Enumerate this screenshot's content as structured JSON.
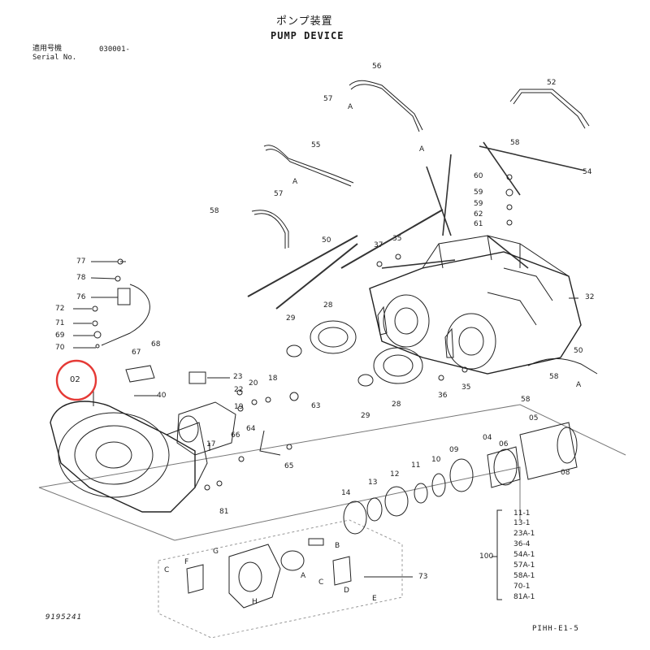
{
  "header": {
    "title_jp": "ポンプ装置",
    "title_en": "PUMP DEVICE",
    "serial_label_jp": "適用号機",
    "serial_label_en": "Serial No.",
    "serial_value": "030001-"
  },
  "highlight": {
    "part": "02",
    "color": "#e53935"
  },
  "parts": [
    "56",
    "57",
    "A",
    "52",
    "58",
    "55",
    "54",
    "57",
    "A",
    "58",
    "50",
    "60",
    "59",
    "62",
    "59",
    "61",
    "37",
    "35",
    "77",
    "78",
    "76",
    "72",
    "71",
    "69",
    "70",
    "68",
    "67",
    "29",
    "28",
    "32",
    "40",
    "23",
    "20",
    "18",
    "22",
    "19",
    "63",
    "64",
    "66",
    "65",
    "17",
    "50",
    "58",
    "A",
    "A",
    "36",
    "35",
    "58",
    "29",
    "28",
    "05",
    "06",
    "04",
    "09",
    "10",
    "11",
    "12",
    "13",
    "14",
    "08",
    "81",
    "73",
    "B",
    "F",
    "G",
    "C",
    "D",
    "E",
    "H",
    "A",
    "C"
  ],
  "kit": {
    "number": "100",
    "items": [
      "11-1",
      "13-1",
      "23A-1",
      "36-4",
      "54A-1",
      "57A-1",
      "58A-1",
      "70-1",
      "81A-1"
    ]
  },
  "footer": {
    "drawing_no": "9195241",
    "sheet_id": "PIHH-E1-5"
  }
}
